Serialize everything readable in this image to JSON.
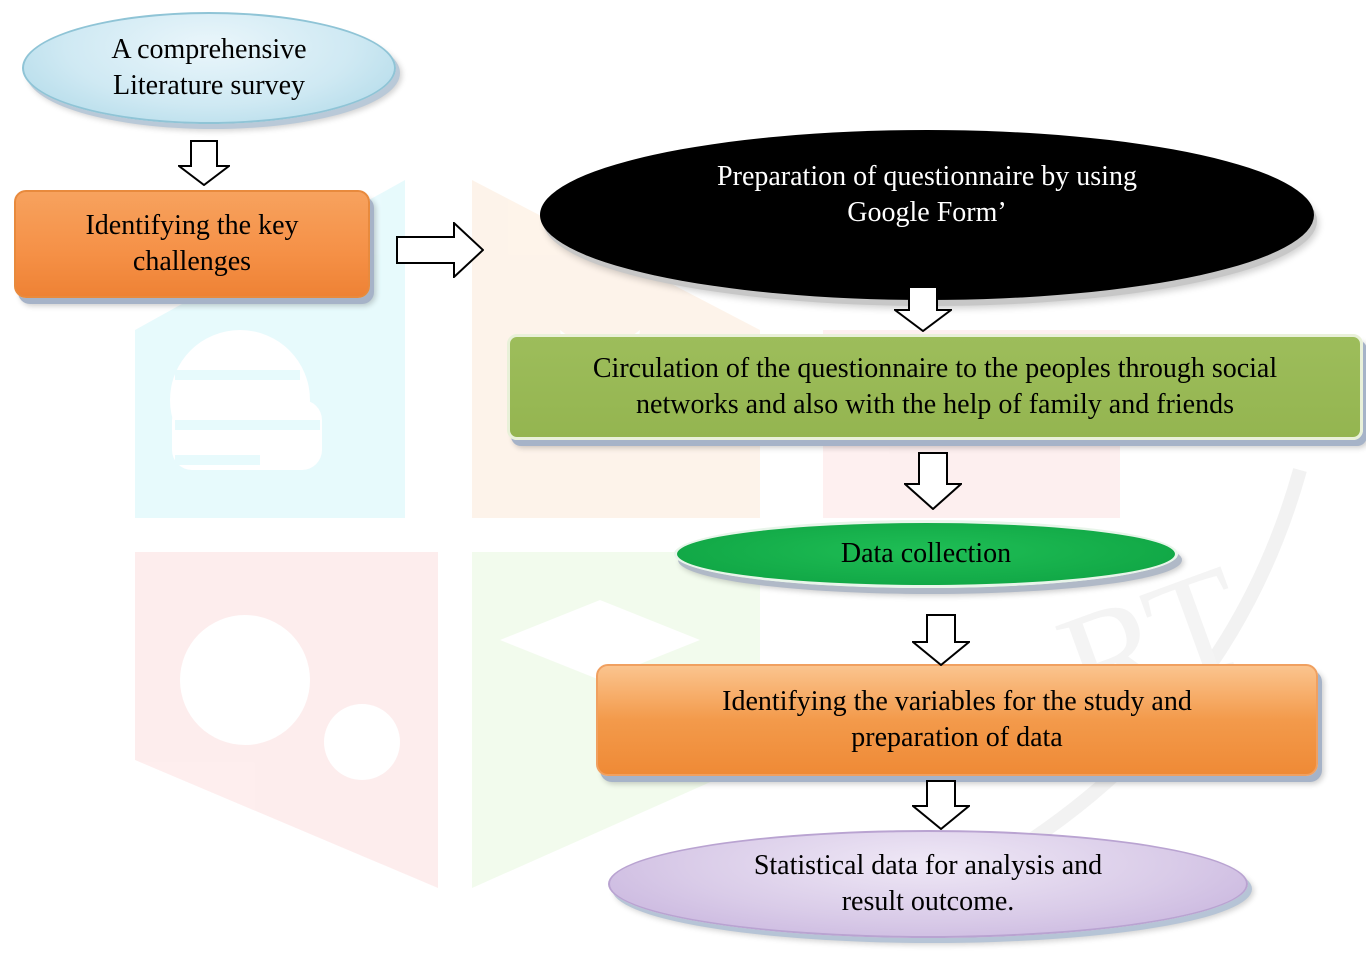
{
  "nodes": {
    "literature_survey": "A  comprehensive Literature survey",
    "key_challenges": "Identifying the key challenges",
    "questionnaire_prep": {
      "line1": "Preparation of questionnaire by using",
      "line2": "Google Form’"
    },
    "circulation": {
      "line1": "Circulation of the questionnaire to the peoples through social",
      "line2": "networks and also with the help of family and friends"
    },
    "data_collection": "Data collection",
    "variables": "Identifying the variables for the study and preparation of data",
    "statistical": "Statistical data for analysis and result outcome."
  },
  "colors": {
    "literature_survey": "#cfe9f3",
    "key_challenges": "#f59046",
    "questionnaire_prep": "#000000",
    "circulation": "#9bbb59",
    "data_collection": "#12a947",
    "variables": "#f39a4b",
    "statistical": "#d9cbe8"
  }
}
